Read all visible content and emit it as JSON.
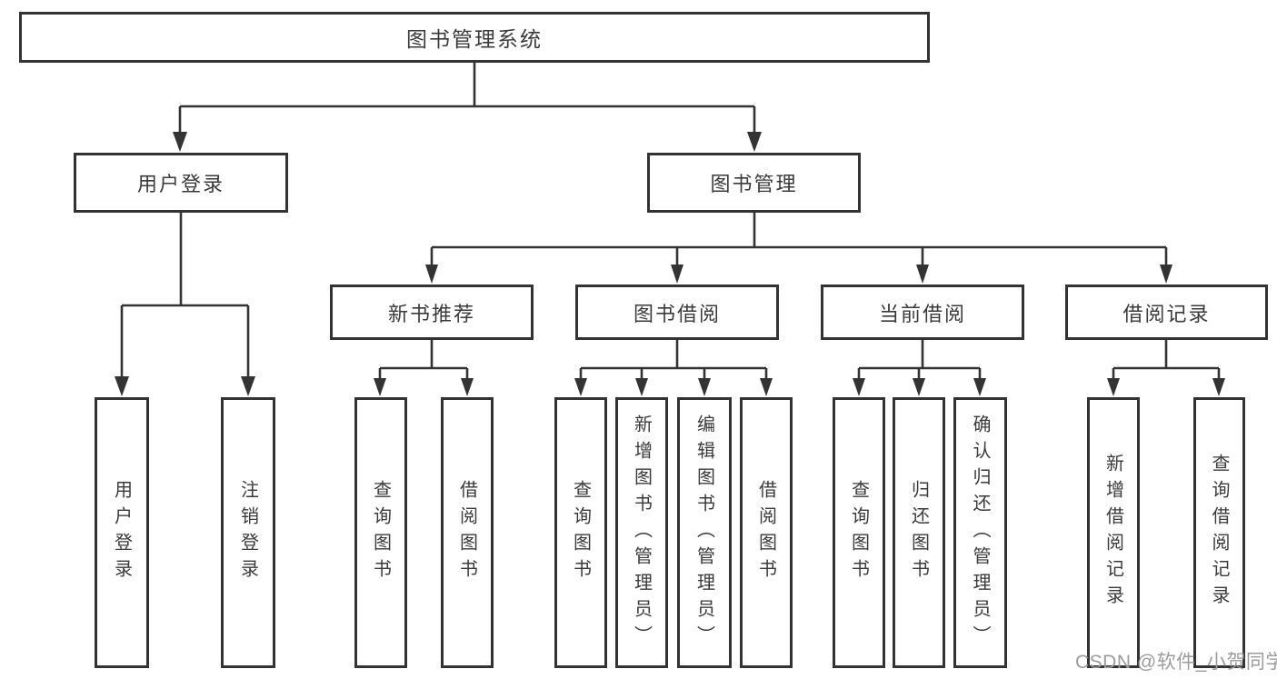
{
  "diagram": {
    "title": "图书管理系统",
    "line_color": "#333333",
    "nodes": {
      "root": {
        "label": "图书管理系统"
      },
      "user_login": {
        "label": "用户登录"
      },
      "book_mgmt": {
        "label": "图书管理"
      },
      "login": {
        "label": "用户登录"
      },
      "logout": {
        "label": "注销登录"
      },
      "new_book_rec": {
        "label": "新书推荐"
      },
      "book_borrow": {
        "label": "图书借阅"
      },
      "current_borrow": {
        "label": "当前借阅"
      },
      "borrow_record": {
        "label": "借阅记录"
      },
      "nbr_query": {
        "label": "查询图书"
      },
      "nbr_borrow": {
        "label": "借阅图书"
      },
      "bb_query": {
        "label": "查询图书"
      },
      "bb_add": {
        "label": "新增图书（管理员）"
      },
      "bb_edit": {
        "label": "编辑图书（管理员）"
      },
      "bb_borrow": {
        "label": "借阅图书"
      },
      "cb_query": {
        "label": "查询图书"
      },
      "cb_return": {
        "label": "归还图书"
      },
      "cb_confirm": {
        "label": "确认归还（管理员）"
      },
      "br_add": {
        "label": "新增借阅记录"
      },
      "br_query": {
        "label": "查询借阅记录"
      }
    },
    "edges": [
      [
        "root",
        "user_login"
      ],
      [
        "root",
        "book_mgmt"
      ],
      [
        "user_login",
        "login"
      ],
      [
        "user_login",
        "logout"
      ],
      [
        "book_mgmt",
        "new_book_rec"
      ],
      [
        "book_mgmt",
        "book_borrow"
      ],
      [
        "book_mgmt",
        "current_borrow"
      ],
      [
        "book_mgmt",
        "borrow_record"
      ],
      [
        "new_book_rec",
        "nbr_query"
      ],
      [
        "new_book_rec",
        "nbr_borrow"
      ],
      [
        "book_borrow",
        "bb_query"
      ],
      [
        "book_borrow",
        "bb_add"
      ],
      [
        "book_borrow",
        "bb_edit"
      ],
      [
        "book_borrow",
        "bb_borrow"
      ],
      [
        "current_borrow",
        "cb_query"
      ],
      [
        "current_borrow",
        "cb_return"
      ],
      [
        "current_borrow",
        "cb_confirm"
      ],
      [
        "borrow_record",
        "br_add"
      ],
      [
        "borrow_record",
        "br_query"
      ]
    ]
  },
  "watermark": {
    "text": "CSDN @软件_小贺同学",
    "color": "#9c9c9c"
  }
}
